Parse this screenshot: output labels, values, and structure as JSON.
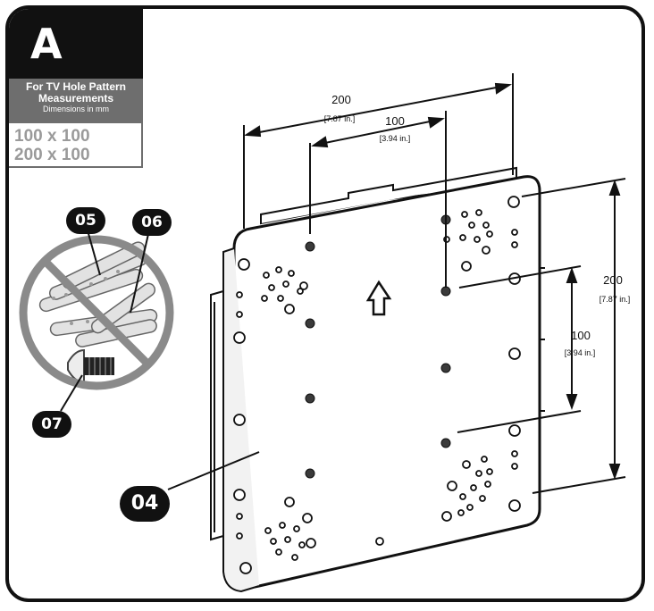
{
  "header": {
    "step_letter": "A",
    "title_line1": "For TV Hole Pattern",
    "title_line2": "Measurements",
    "subtitle": "Dimensions in mm",
    "size_1": "100 x 100",
    "size_2": "200 x 100"
  },
  "dimensions": {
    "top_outer": {
      "value": "200",
      "inches": "[7.87 in.]"
    },
    "top_inner": {
      "value": "100",
      "inches": "[3.94 in.]"
    },
    "right_outer": {
      "value": "200",
      "inches": "[7.87 in.]"
    },
    "right_inner": {
      "value": "100",
      "inches": "[3.94 in.]"
    }
  },
  "parts": {
    "plate": "04",
    "part_a": "05",
    "part_b": "06",
    "part_c": "07"
  },
  "colors": {
    "ink": "#111111",
    "header_gray": "#6e6e6e",
    "size_gray": "#9a9a9a",
    "prohibit_gray": "#8a8a8a",
    "hole_dark": "#3a3a3a"
  }
}
